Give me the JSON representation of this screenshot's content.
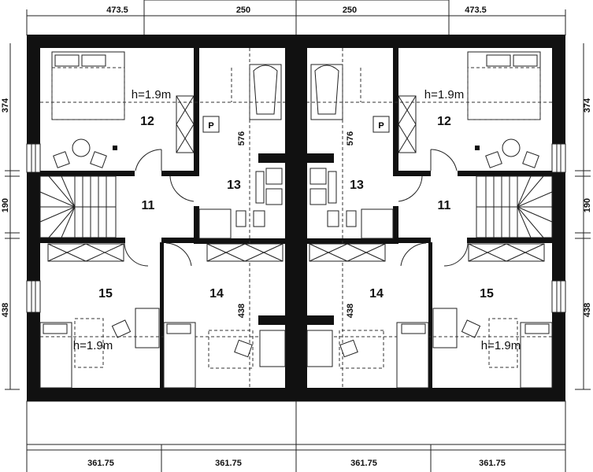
{
  "dimensions": {
    "top": [
      "473.5",
      "250",
      "250",
      "473.5"
    ],
    "bottom": [
      "361.75",
      "361.75",
      "361.75",
      "361.75"
    ],
    "left": [
      "374",
      "190",
      "438"
    ],
    "right": [
      "374",
      "190",
      "438"
    ]
  },
  "rooms": {
    "left": {
      "r11": "11",
      "r12": "12",
      "r13": "13",
      "r14": "14",
      "r15": "15"
    },
    "right": {
      "r11": "11",
      "r12": "12",
      "r13": "13",
      "r14": "14",
      "r15": "15"
    }
  },
  "inner_dims": {
    "left": {
      "d576": "576",
      "d438": "438"
    },
    "right": {
      "d576": "576",
      "d438": "438"
    }
  },
  "heights": {
    "left_top": "h=1.9m",
    "left_bottom": "h=1.9m",
    "right_top": "h=1.9m",
    "right_bottom": "h=1.9m"
  },
  "symbols": {
    "p_left": "P",
    "p_right": "P"
  }
}
